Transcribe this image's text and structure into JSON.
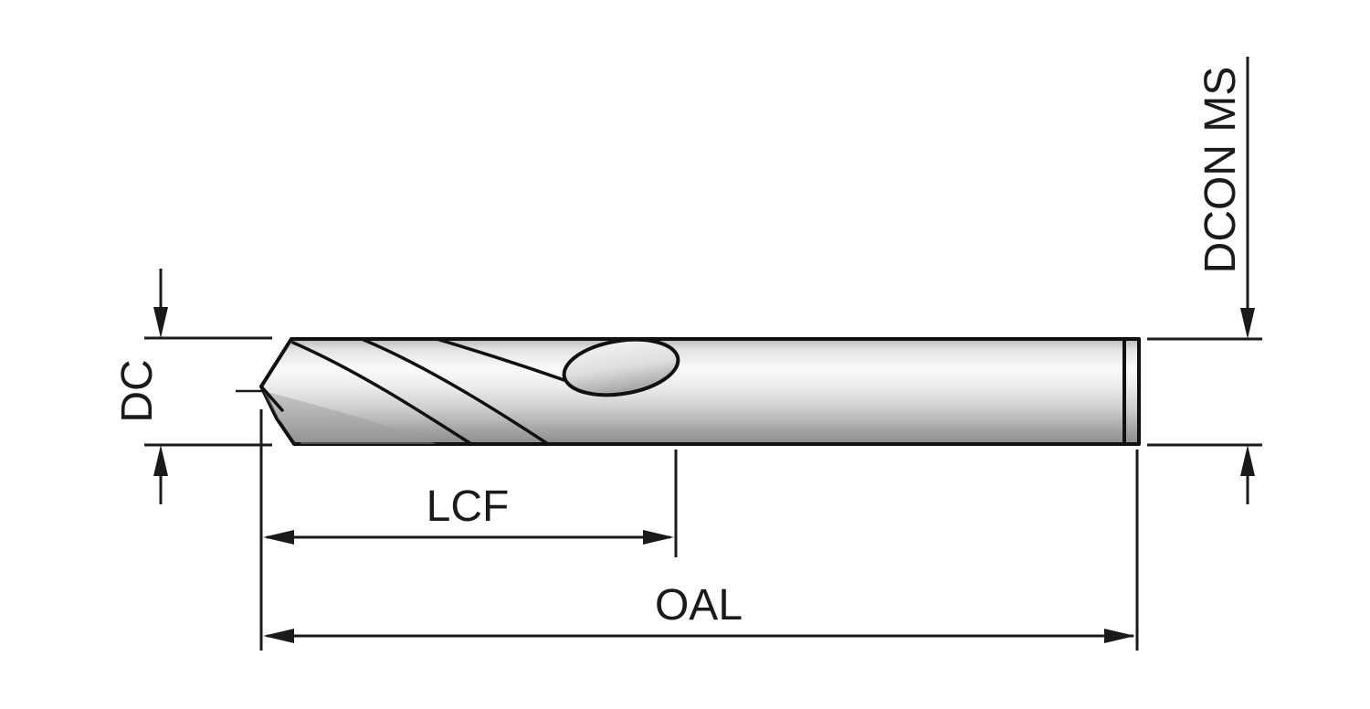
{
  "diagram": {
    "type": "technical-drawing",
    "subject": "twist-drill-side-view-with-dimensions",
    "background_color": "#ffffff",
    "stroke_color": "#1a1a1a",
    "metal_colors": {
      "highlight": "#fafafa",
      "mid": "#d6d6d6",
      "shadow": "#8b8b8b"
    },
    "labels": {
      "dc": "DC",
      "lcf": "LCF",
      "oal": "OAL",
      "dcon_ms": "DCON MS"
    }
  }
}
